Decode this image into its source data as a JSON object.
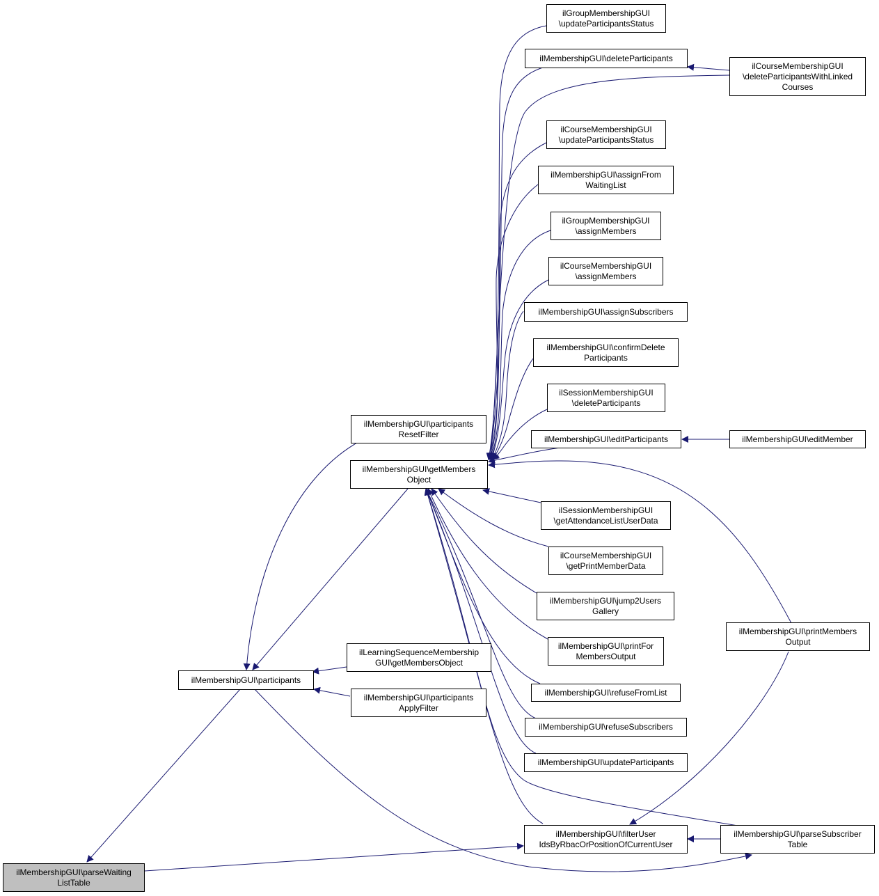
{
  "colors": {
    "edge": "#191970",
    "node_border": "#000000",
    "root_fill": "#bfbfbf",
    "node_fill": "#ffffff"
  },
  "nodes": {
    "root": {
      "l1": "ilMembershipGUI\\parseWaiting",
      "l2": "ListTable"
    },
    "part": {
      "l1": "ilMembershipGUI\\participants"
    },
    "gmo": {
      "l1": "ilMembershipGUI\\getMembers",
      "l2": "Object"
    },
    "prf": {
      "l1": "ilMembershipGUI\\participants",
      "l2": "ResetFilter"
    },
    "lsm": {
      "l1": "ilLearningSequenceMembership",
      "l2": "GUI\\getMembersObject"
    },
    "paf": {
      "l1": "ilMembershipGUI\\participants",
      "l2": "ApplyFilter"
    },
    "gups": {
      "l1": "ilGroupMembershipGUI",
      "l2": "\\updateParticipantsStatus"
    },
    "mdp": {
      "l1": "ilMembershipGUI\\deleteParticipants"
    },
    "cdpl": {
      "l1": "ilCourseMembershipGUI",
      "l2": "\\deleteParticipantsWithLinked",
      "l3": "Courses"
    },
    "cups": {
      "l1": "ilCourseMembershipGUI",
      "l2": "\\updateParticipantsStatus"
    },
    "afwl": {
      "l1": "ilMembershipGUI\\assignFrom",
      "l2": "WaitingList"
    },
    "gam": {
      "l1": "ilGroupMembershipGUI",
      "l2": "\\assignMembers"
    },
    "cam": {
      "l1": "ilCourseMembershipGUI",
      "l2": "\\assignMembers"
    },
    "asub": {
      "l1": "ilMembershipGUI\\assignSubscribers"
    },
    "cdel": {
      "l1": "ilMembershipGUI\\confirmDelete",
      "l2": "Participants"
    },
    "sdp": {
      "l1": "ilSessionMembershipGUI",
      "l2": "\\deleteParticipants"
    },
    "edp": {
      "l1": "ilMembershipGUI\\editParticipants"
    },
    "edm": {
      "l1": "ilMembershipGUI\\editMember"
    },
    "satt": {
      "l1": "ilSessionMembershipGUI",
      "l2": "\\getAttendanceListUserData"
    },
    "cpmd": {
      "l1": "ilCourseMembershipGUI",
      "l2": "\\getPrintMemberData"
    },
    "j2u": {
      "l1": "ilMembershipGUI\\jump2Users",
      "l2": "Gallery"
    },
    "pfmo": {
      "l1": "ilMembershipGUI\\printFor",
      "l2": "MembersOutput"
    },
    "pmo": {
      "l1": "ilMembershipGUI\\printMembers",
      "l2": "Output"
    },
    "rfl": {
      "l1": "ilMembershipGUI\\refuseFromList"
    },
    "rsub": {
      "l1": "ilMembershipGUI\\refuseSubscribers"
    },
    "upart": {
      "l1": "ilMembershipGUI\\updateParticipants"
    },
    "fuid": {
      "l1": "ilMembershipGUI\\filterUser",
      "l2": "IdsByRbacOrPositionOfCurrentUser"
    },
    "pst": {
      "l1": "ilMembershipGUI\\parseSubscriber",
      "l2": "Table"
    }
  }
}
